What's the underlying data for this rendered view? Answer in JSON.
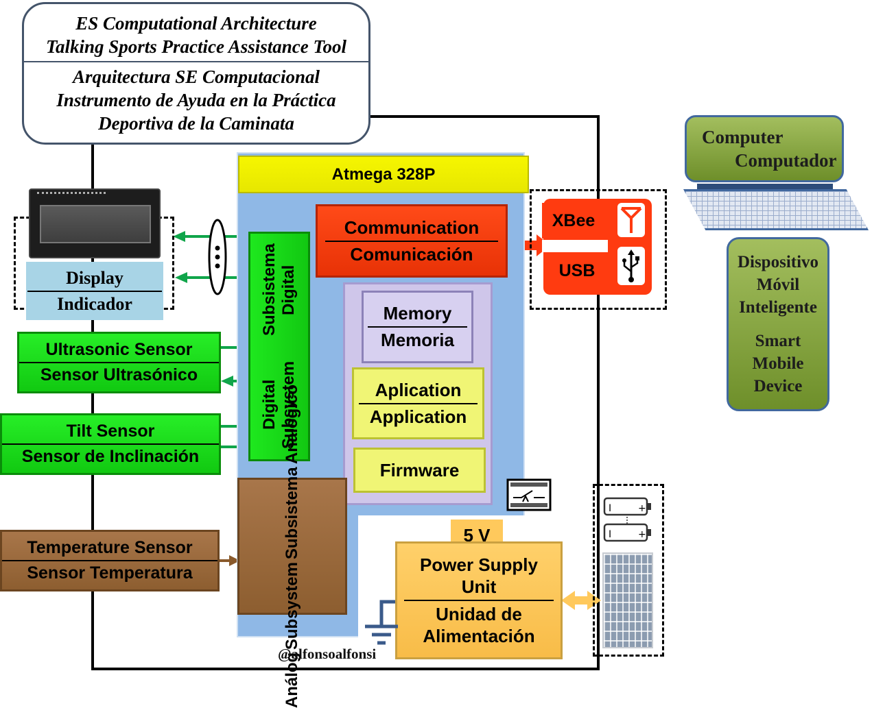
{
  "title_box": {
    "en_line1": "ES Computational Architecture",
    "en_line2": "Talking Sports Practice Assistance Tool",
    "es_line1": "Arquitectura SE Computacional",
    "es_line2": "Instrumento de Ayuda en la Práctica",
    "es_line3": "Deportiva de la Caminata"
  },
  "mcu": {
    "label": "Atmega 328P"
  },
  "communication": {
    "en": "Communication",
    "es": "Comunicación"
  },
  "memory": {
    "en": "Memory",
    "es": "Memoria"
  },
  "application": {
    "line1": "Aplication",
    "line2": "Application"
  },
  "firmware": {
    "label": "Firmware"
  },
  "digital": {
    "en": "Digital Subsystem",
    "es": "Subsistema Digital"
  },
  "analog": {
    "line1": "Análog",
    "line2": "Subsystem",
    "line3": "Subsistema",
    "line4": "Analógico"
  },
  "display": {
    "en": "Display",
    "es": "Indicador"
  },
  "ultrasonic": {
    "en": "Ultrasonic Sensor",
    "es": "Sensor Ultrasónico"
  },
  "tilt": {
    "en": "Tilt Sensor",
    "es": "Sensor de Inclinación"
  },
  "temperature": {
    "en": "Temperature Sensor",
    "es": "Sensor Temperatura"
  },
  "power": {
    "voltage": "5 V",
    "en_line1": "Power Supply",
    "en_line2": "Unit",
    "es_line1": "Unidad de",
    "es_line2": "Alimentación"
  },
  "comm_modules": {
    "xbee": "XBee",
    "usb": "USB"
  },
  "computer": {
    "en": "Computer",
    "es": "Computador"
  },
  "mobile": {
    "line1": "Dispositivo",
    "line2": "Móvil",
    "line3": "Inteligente",
    "line4": "Smart",
    "line5": "Mobile",
    "line6": "Device"
  },
  "credit": "@alfonsoalfonsi",
  "icons": [
    "lcd-module-icon",
    "antenna-icon",
    "usb-icon",
    "battery-icon",
    "solar-panel-icon",
    "ground-icon",
    "switch-icon",
    "laptop-keyboard-icon"
  ],
  "colors": {
    "digital_green": "#1ad61a",
    "communication_red": "#ff3b10",
    "yellow": "#f2f200",
    "analog_brown": "#9b6a3a",
    "power_orange": "#ffc95c",
    "mcu_blue": "#8fb8e6",
    "memory_lavender": "#cfc6ea",
    "display_blue": "#a8d4e6",
    "device_green": "#8aab3c"
  }
}
